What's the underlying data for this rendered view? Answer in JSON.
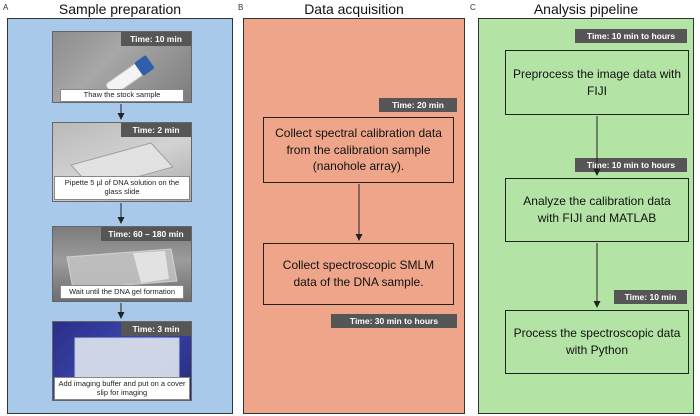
{
  "panel_a": {
    "letter": "A",
    "title": "Sample preparation",
    "steps": [
      {
        "time": "Time: 10 min",
        "caption": "Thaw the stock sample"
      },
      {
        "time": "Time: 2 min",
        "caption": "Pipette 5 µl of DNA solution on the glass slide"
      },
      {
        "time": "Time: 60 – 180 min",
        "caption": "Wait until the DNA gel formation"
      },
      {
        "time": "Time: 3 min",
        "caption": "Add imaging buffer and put on a cover slip for imaging"
      }
    ]
  },
  "panel_b": {
    "letter": "B",
    "title": "Data acquisition",
    "steps": [
      {
        "time": "Time: 20 min",
        "text": "Collect spectral calibration data from the calibration sample (nanohole array)."
      },
      {
        "time": "Time: 30 min to hours",
        "text": "Collect spectroscopic SMLM data of the DNA sample."
      }
    ]
  },
  "panel_c": {
    "letter": "C",
    "title": "Analysis pipeline",
    "steps": [
      {
        "time": "Time: 10 min to hours",
        "text": "Preprocess the image data with FIJI"
      },
      {
        "time": "Time: 10 min to hours",
        "text": "Analyze the calibration data with FIJI and MATLAB"
      },
      {
        "time": "Time: 10 min",
        "text": "Process the spectroscopic data with Python"
      }
    ]
  },
  "colors": {
    "panel_a_bg": "#a9c9ea",
    "panel_b_bg": "#eea58a",
    "panel_c_bg": "#b4e4a5",
    "badge_bg": "#565656"
  }
}
